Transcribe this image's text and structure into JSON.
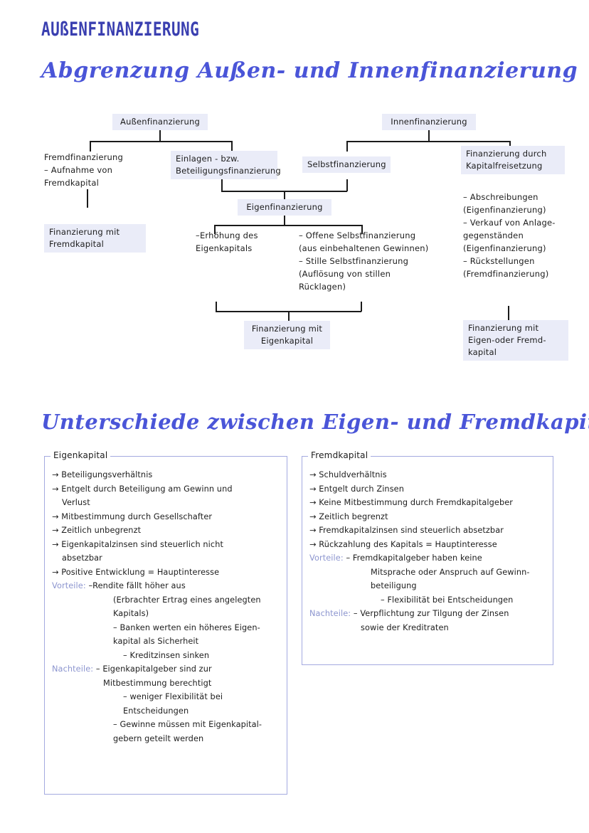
{
  "page": {
    "title": "AUßENFINANZIERUNG",
    "section1_heading": "Abgrenzung Außen- und Innenfinanzierung",
    "section2_heading": "Unterschiede zwischen Eigen- und Fremdkapital",
    "accent_color": "#4a55d8",
    "title_color": "#3a3fb0",
    "node_fill": "#eaecf8",
    "box_border": "#a4aae0",
    "label_color": "#8c95cf"
  },
  "diagram": {
    "nodes": {
      "aussenfinanzierung": "Außenfinanzierung",
      "innenfinanzierung": "Innenfinanzierung",
      "fremdfinanzierung": "Fremdfinanzierung\n– Aufnahme von\n   Fremdkapital",
      "einlagen": "Einlagen - bzw.\nBeteiligungsfinanzierung",
      "selbstfinanzierung": "Selbstfinanzierung",
      "kapitalfreisetzung": "Finanzierung durch\nKapitalfreisetzung",
      "eigenfinanzierung": "Eigenfinanzierung",
      "erhoehung": "–Erhöhung des\n  Eigenkapitals",
      "selbstfin_details": "– Offene Selbstfinanzierung\n   (aus einbehaltenen Gewinnen)\n– Stille Selbstfinanzierung\n   (Auflösung von stillen\n       Rücklagen)",
      "kapitalfreisetzung_details": "– Abschreibungen\n   (Eigenfinanzierung)\n– Verkauf von Anlage-\n   gegenständen\n   (Eigenfinanzierung)\n– Rückstellungen\n   (Fremdfinanzierung)",
      "result_fremdkapital": "Finanzierung mit\nFremdkapital",
      "result_eigenkapital": "Finanzierung mit\nEigenkapital",
      "result_beide": "Finanzierung mit\nEigen-oder Fremd-\nkapital"
    }
  },
  "comparison": {
    "left": {
      "title": "Eigenkapital",
      "bullets": [
        "→ Beteiligungsverhältnis",
        "→ Entgelt durch Beteiligung am Gewinn und\n    Verlust",
        "→ Mitbestimmung durch Gesellschafter",
        "→ Zeitlich unbegrenzt",
        "→ Eigenkapitalzinsen sind steuerlich nicht\n    absetzbar",
        "→ Positive Entwicklung = Hauptinteresse"
      ],
      "vorteile_label": "Vorteile:",
      "vorteile": [
        "–Rendite fällt höher aus",
        "(Erbrachter Ertrag eines angelegten\n Kapitals)",
        "– Banken werten ein höheres Eigen-\n   kapital als Sicherheit",
        "– Kreditzinsen sinken"
      ],
      "nachteile_label": "Nachteile:",
      "nachteile": [
        "– Eigenkapitalgeber sind zur\n   Mitbestimmung berechtigt",
        "– weniger Flexibilität bei\n   Entscheidungen",
        "– Gewinne müssen mit Eigenkapital-\n   gebern geteilt werden"
      ]
    },
    "right": {
      "title": "Fremdkapital",
      "bullets": [
        "→ Schuldverhältnis",
        "→ Entgelt durch Zinsen",
        "→ Keine Mitbestimmung durch Fremdkapitalgeber",
        "→ Zeitlich begrenzt",
        "→ Fremdkapitalzinsen sind steuerlich absetzbar",
        "→ Rückzahlung des Kapitals = Hauptinteresse"
      ],
      "vorteile_label": "Vorteile:",
      "vorteile": [
        "– Fremdkapitalgeber haben keine",
        "Mitsprache oder Anspruch auf Gewinn-\nbeteiligung",
        "– Flexibilität bei Entscheidungen"
      ],
      "nachteile_label": "Nachteile:",
      "nachteile": [
        "– Verpflichtung zur Tilgung der Zinsen\n   sowie der Kreditraten"
      ]
    }
  }
}
